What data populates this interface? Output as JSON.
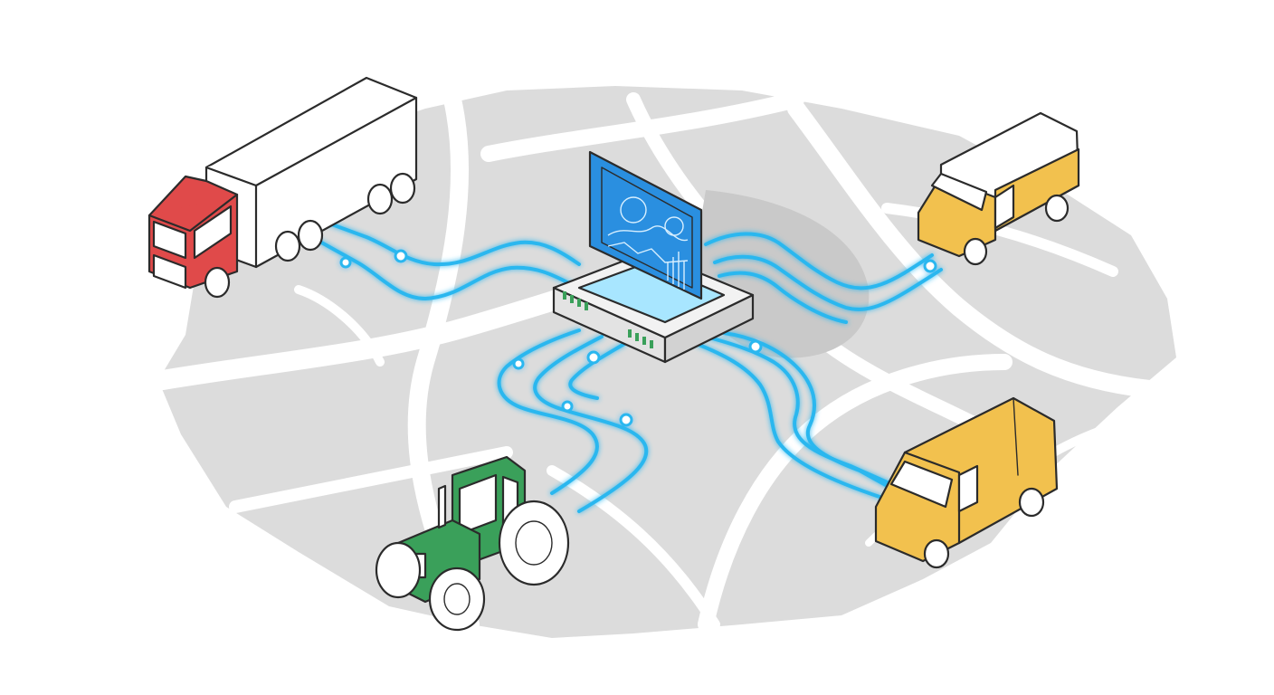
{
  "diagram": {
    "colors": {
      "map_land": "#dcdcdc",
      "map_road": "#ffffff",
      "connection": "#2bb7ef",
      "connection_glow": "#a8e6ff",
      "screen": "#2a8fe0",
      "truck_cab": "#e04a4a",
      "van": "#f2c14e",
      "tractor": "#3aa05a",
      "hub_body": "#f2f2f2",
      "status_led": "#3aa05a"
    },
    "nodes": [
      {
        "id": "hub",
        "icon": "server-hub-with-dashboard-screen-icon"
      },
      {
        "id": "truck",
        "icon": "semi-truck-icon"
      },
      {
        "id": "van-top",
        "icon": "delivery-van-icon"
      },
      {
        "id": "van-bottom",
        "icon": "cargo-van-icon"
      },
      {
        "id": "tractor",
        "icon": "tractor-icon"
      }
    ],
    "edges": [
      {
        "from": "truck",
        "to": "hub"
      },
      {
        "from": "van-top",
        "to": "hub"
      },
      {
        "from": "van-bottom",
        "to": "hub"
      },
      {
        "from": "tractor",
        "to": "hub"
      }
    ]
  }
}
